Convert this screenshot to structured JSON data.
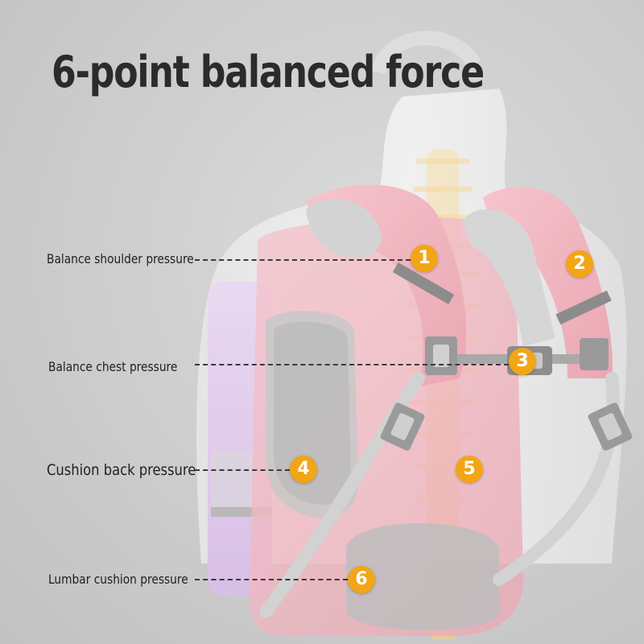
{
  "headline": "6-point balanced force",
  "points": [
    {
      "number": "1",
      "label": "Balance shoulder pressure"
    },
    {
      "number": "2",
      "label": ""
    },
    {
      "number": "3",
      "label": "Balance chest pressure"
    },
    {
      "number": "4",
      "label": "Cushion back pressure"
    },
    {
      "number": "5",
      "label": ""
    },
    {
      "number": "6",
      "label": "Lumbar cushion pressure"
    }
  ],
  "colors": {
    "background": "#c9c9c9",
    "badge": "#f2a516",
    "backpack_pink": "#f3b6c0",
    "strap_grey": "#9a9a9a",
    "headline": "#2b2b2b"
  }
}
